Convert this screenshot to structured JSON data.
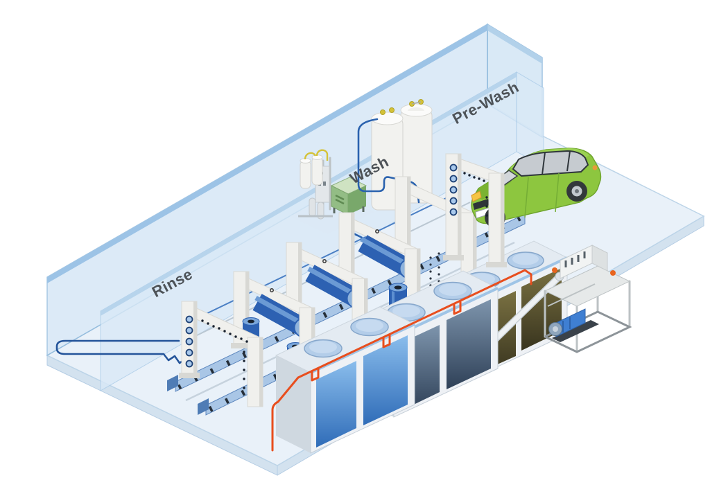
{
  "illustration": {
    "title": "automatic-carwash-water-recycling-isometric",
    "zone_labels": {
      "rinse": "Rinse",
      "wash": "Wash",
      "prewash": "Pre-Wash"
    },
    "colors": {
      "glass_wall": "#cfe3f4",
      "glass_wall2": "#d9e9f7",
      "glass_wall_edge": "#85b3da",
      "glass_top_stripe": "#9cc3e6",
      "floor": "#e9f1f9",
      "floor_side": "#d3e2ef",
      "structure_white": "#f0f0ed",
      "structure_shade": "#d8d8d4",
      "brush_blue": "#2d61b2",
      "brush_light": "#7aa6da",
      "conveyor_blue": "#a9c6e6",
      "pipe_blue": "#2a62ae",
      "pipe_orange": "#e84e1e",
      "car_body": "#8dc63f",
      "car_shadowside": "#7ab332",
      "window_gray": "#c6cbd0",
      "water_clean_top": "#8abdec",
      "water_clean_bottom": "#2f6cb8",
      "water_gray_top": "#7e95ad",
      "water_gray_bottom": "#2e4057",
      "water_dirty_top": "#7a7142",
      "water_dirty_bottom": "#38341e",
      "tank_white": "#f2f2ef",
      "control_green": "#93bd85",
      "control_green_top": "#cfe3c2",
      "valve_yellow": "#d4c238",
      "pump_blue": "#3f7fd2"
    },
    "components": {
      "entrance_arch": "pre-wash spray arch",
      "spray_arch": "rinse spray arch",
      "roller_brushes": "rotating roller brushes",
      "conveyor": "conveyor track",
      "dosing_tanks": "detergent tanks",
      "filtration_unit": "water filtration unit",
      "control_box": "dosing control unit",
      "underground_tanks": "water reclaim settling tanks",
      "pump_station": "recycling pump station",
      "vehicle": "car"
    }
  }
}
